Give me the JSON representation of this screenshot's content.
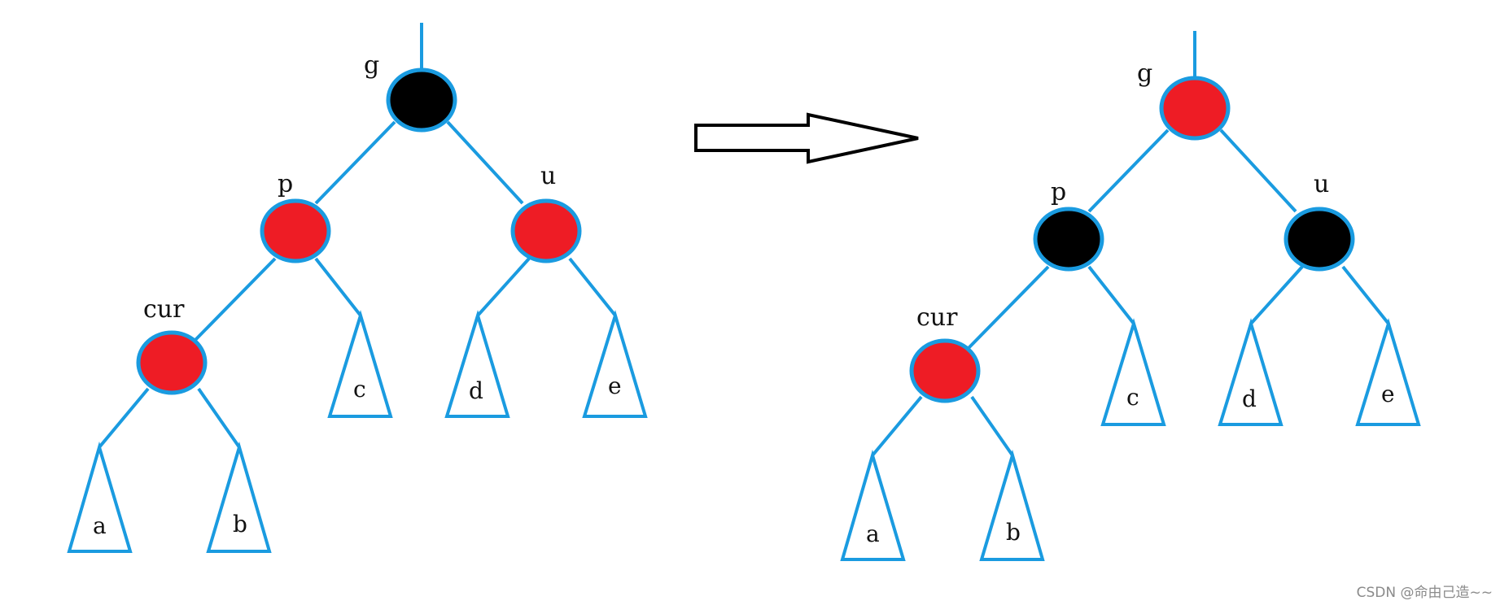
{
  "colors": {
    "edge": "#1a9be0",
    "red_node": "#ee1c25",
    "black_node": "#000000",
    "arrow_stroke": "#000000",
    "arrow_fill": "#ffffff"
  },
  "trees": {
    "before": {
      "g": {
        "label": "g",
        "color": "black"
      },
      "p": {
        "label": "p",
        "color": "red"
      },
      "u": {
        "label": "u",
        "color": "red"
      },
      "cur": {
        "label": "cur",
        "color": "red"
      },
      "subtrees": {
        "a": "a",
        "b": "b",
        "c": "c",
        "d": "d",
        "e": "e"
      }
    },
    "after": {
      "g": {
        "label": "g",
        "color": "red"
      },
      "p": {
        "label": "p",
        "color": "black"
      },
      "u": {
        "label": "u",
        "color": "black"
      },
      "cur": {
        "label": "cur",
        "color": "red"
      },
      "subtrees": {
        "a": "a",
        "b": "b",
        "c": "c",
        "d": "d",
        "e": "e"
      }
    }
  },
  "watermark": "CSDN @命由己造~~"
}
